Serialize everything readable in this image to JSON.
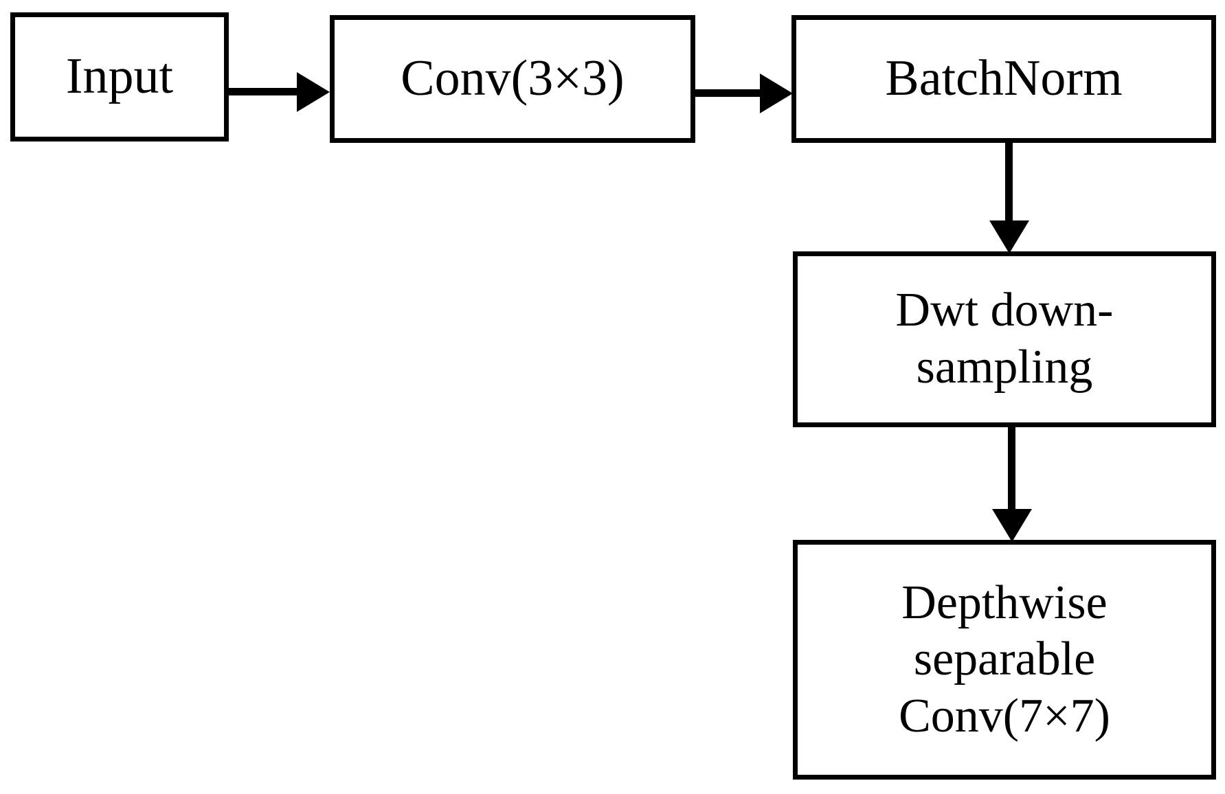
{
  "diagram": {
    "title": "Convolutional block architecture flow diagram",
    "background_color": "#ffffff",
    "stroke_color": "#000000",
    "nodes": [
      {
        "id": "input",
        "label": "Input",
        "shape": "rectangle"
      },
      {
        "id": "conv3",
        "label": "Conv(3×3)",
        "shape": "rectangle"
      },
      {
        "id": "batchnorm",
        "label": "BatchNorm",
        "shape": "rectangle"
      },
      {
        "id": "dwt",
        "label": "Dwt down-\nsampling",
        "shape": "rectangle"
      },
      {
        "id": "dsconv",
        "label": "Depthwise\nseparable\nConv(7×7)",
        "shape": "rectangle"
      }
    ],
    "edges": [
      {
        "id": "input-conv3",
        "from": "Input",
        "to": "Conv(3×3)",
        "direction": "right",
        "label": ""
      },
      {
        "id": "conv3-batchnorm",
        "from": "Conv(3×3)",
        "to": "BatchNorm",
        "direction": "right",
        "label": ""
      },
      {
        "id": "batchnorm-dwt",
        "from": "BatchNorm",
        "to": "Dwt down-sampling",
        "direction": "down",
        "label": ""
      },
      {
        "id": "dwt-dsconv",
        "from": "Dwt down-sampling",
        "to": "Depthwise separable Conv(7×7)",
        "direction": "down",
        "label": ""
      }
    ]
  }
}
